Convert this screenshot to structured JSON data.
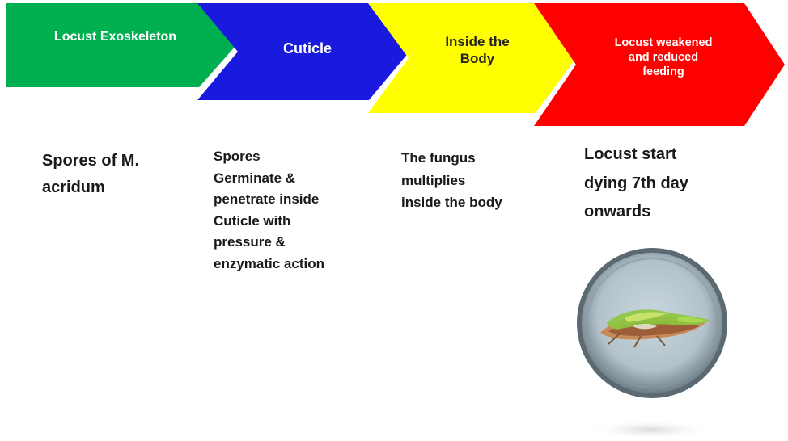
{
  "stages": [
    {
      "label": "Locust Exoskeleton",
      "color": "#00b050",
      "text_color": "#ffffff"
    },
    {
      "label": "Cuticle",
      "color": "#1a1adf",
      "text_color": "#ffffff"
    },
    {
      "label": "Inside the\nBody",
      "color": "#ffff00",
      "text_color": "#222222"
    },
    {
      "label": "Locust weakened\nand reduced\nfeeding",
      "color": "#ff0000",
      "text_color": "#ffffff"
    }
  ],
  "descriptions": [
    "Spores of M.\nacridum",
    "Spores\nGerminate &\npenetrate inside\nCuticle with\npressure &\nenzymatic action",
    "The fungus\nmultiplies\ninside the body",
    "Locust start\ndying 7th day\nonwards"
  ],
  "image": {
    "icon": "petri-dish-with-dead-locust-icon"
  }
}
